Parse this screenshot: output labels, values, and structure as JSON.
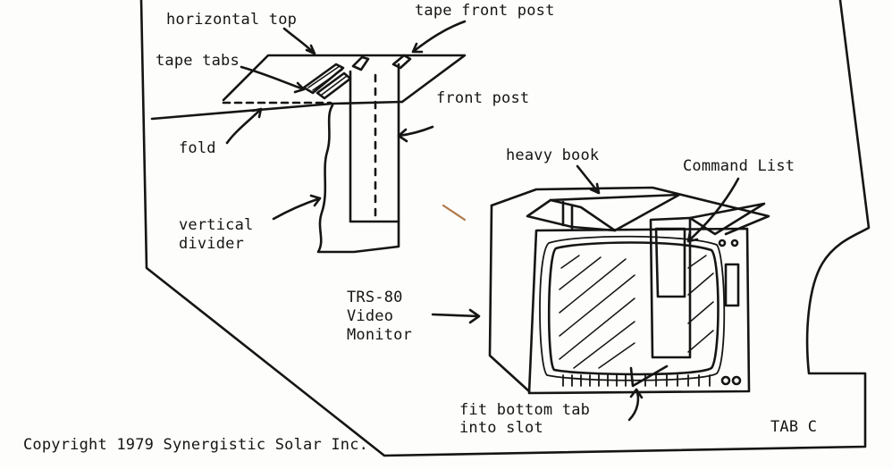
{
  "labels": {
    "horizontal_top": "horizontal top",
    "tape_front_post": "tape front post",
    "tape_tabs": "tape tabs",
    "front_post": "front post",
    "fold": "fold",
    "vertical_divider": "vertical\ndivider",
    "heavy_book": "heavy book",
    "command_list": "Command List",
    "trs80_monitor": "TRS-80\nVideo\nMonitor",
    "fit_bottom_tab": "fit bottom tab\ninto slot",
    "tab_c": "TAB C"
  },
  "footer": {
    "copyright": "Copyright 1979  Synergistic Solar Inc."
  }
}
